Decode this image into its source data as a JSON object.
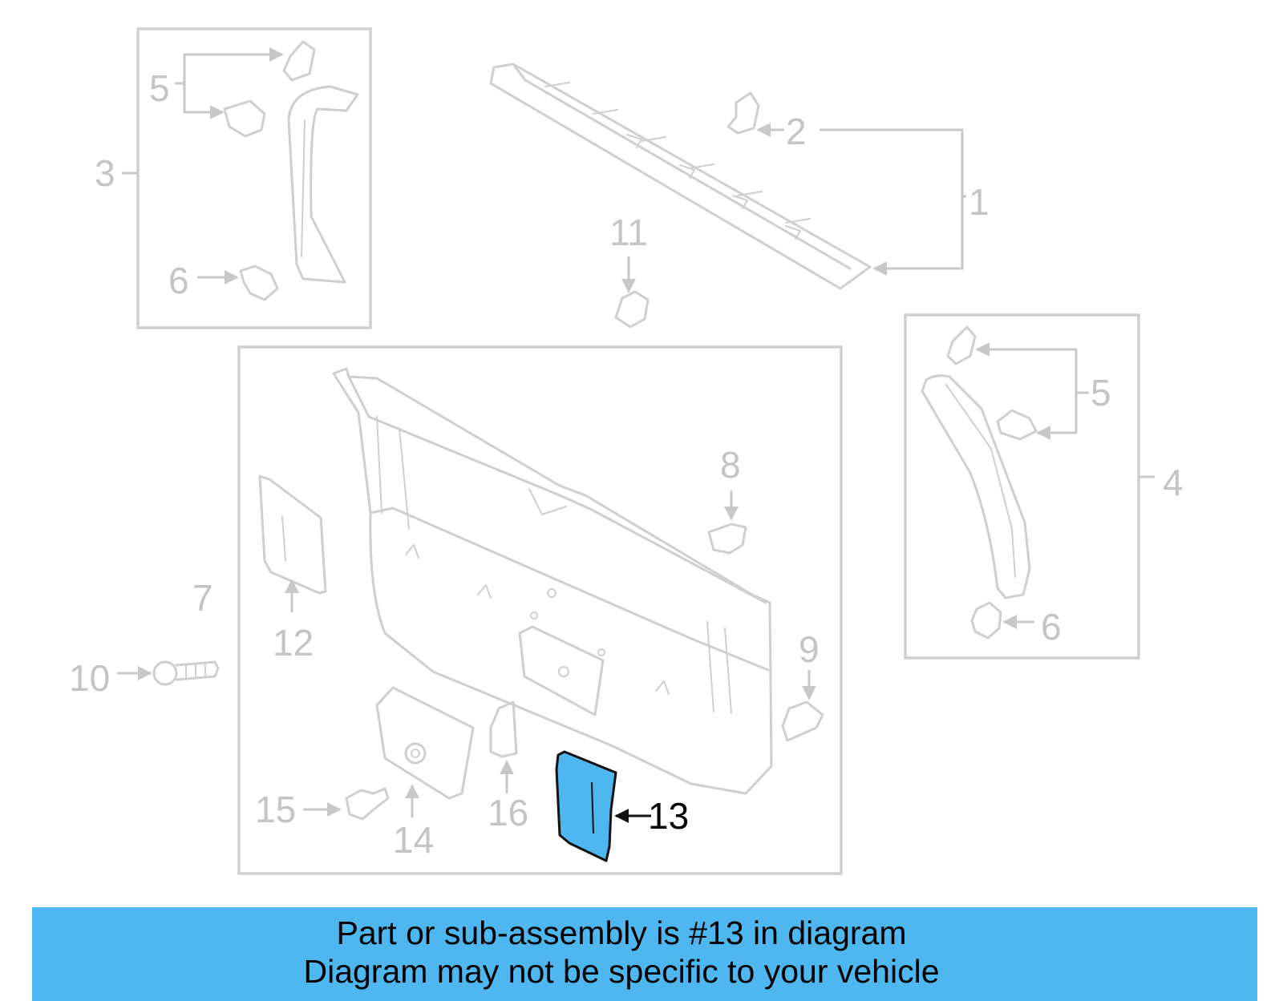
{
  "callouts": {
    "c1": "1",
    "c2": "2",
    "c3": "3",
    "c4": "4",
    "c5_left": "5",
    "c5_right": "5",
    "c6_left": "6",
    "c6_right": "6",
    "c7": "7",
    "c8": "8",
    "c9": "9",
    "c10": "10",
    "c11": "11",
    "c12": "12",
    "c13": "13",
    "c14": "14",
    "c15": "15",
    "c16": "16"
  },
  "highlight": {
    "part": "13",
    "color": "#4eb7ef"
  },
  "banner": {
    "line1": "Part or sub-assembly is #13 in diagram",
    "line2": "Diagram may not be specific to your vehicle",
    "background": "#4eb7ef"
  }
}
